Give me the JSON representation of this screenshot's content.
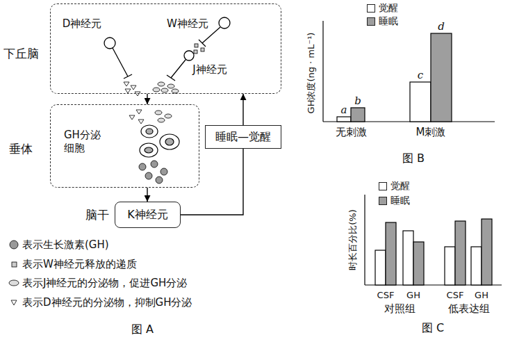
{
  "diagram": {
    "nodes": [
      {
        "text": [
          "下丘脑"
        ]
      },
      {
        "text": [
          "垂体"
        ]
      },
      {
        "text": [
          "睡眠—觉醒"
        ]
      },
      {
        "text": [
          "K神经元"
        ]
      }
    ],
    "edges": [
      {
        "from": 0,
        "to": 1,
        "arrow": "to"
      },
      {
        "from": 1,
        "to": 3,
        "arrow": "to"
      },
      {
        "from": 3,
        "to": 2,
        "arrow": "none"
      },
      {
        "from": 2,
        "to": 0,
        "arrow": "to"
      }
    ],
    "labels": [
      "D神经元",
      "W神经元",
      "J神经元",
      "GH分泌 细胞",
      "脑干",
      "图 A",
      "GH浓度(ng · mL⁻¹)",
      "a",
      "b",
      "c",
      "d",
      "无刺激",
      "M刺激",
      "图 B",
      "时长百分比(%)",
      "CSF",
      "GH",
      "CSF",
      "GH",
      "对照组",
      "低表达组",
      "图 C"
    ],
    "legend": [
      {
        "text": "表示生长激素(GH)"
      },
      {
        "text": "表示W神经元释放的递质"
      },
      {
        "text": "表示J神经元的分泌物，促进GH分泌"
      },
      {
        "text": "表示D神经元的分泌物，抑制GH分泌"
      },
      {
        "text": "觉醒",
        "color": "#ffffff"
      },
      {
        "text": "睡眠",
        "color": "#9e9e9e"
      },
      {
        "text": "觉醒",
        "color": "#ffffff"
      },
      {
        "text": "睡眠",
        "color": "#9e9e9e"
      }
    ]
  }
}
